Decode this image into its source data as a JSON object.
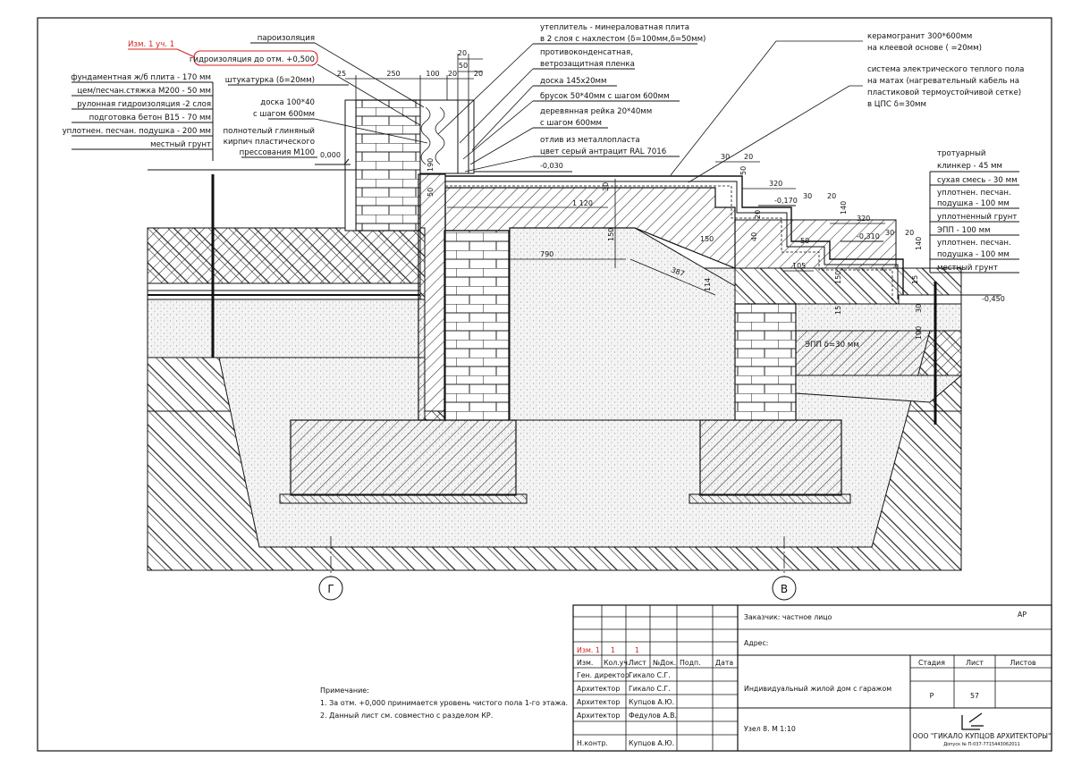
{
  "revision": {
    "mark": "Изм. 1 уч. 1"
  },
  "left_layers": [
    "фундаментная ж/б плита - 170 мм",
    "цем/песчан.стяжка М200 - 50 мм",
    "рулонная гидроизоляция -2 слоя",
    "подготовка бетон B15 - 70 мм",
    "уплотнен. песчан. подушка - 200 мм",
    "местный грунт"
  ],
  "callouts_left": {
    "vapor": "пароизоляция",
    "waterproof": "гидроизоляция до отм. +0,500",
    "plaster": "штукатурка (δ=20мм)",
    "board1": "доска 100*40",
    "board2": "с шагом 600мм",
    "brick1": "полнотелый глиняный",
    "brick2": "кирпич пластического",
    "brick3": "прессования М100"
  },
  "callouts_top": {
    "insul1": "утеплитель - минераловатная плита",
    "insul2": "в 2 слоя с нахлестом (δ=100мм,δ=50мм)",
    "membrane1": "противоконденсатная,",
    "membrane2": "ветрозащитная пленка",
    "board": "доска 145x20мм",
    "bar": "брусок 50*40мм с шагом 600мм",
    "rail1": "деревянная рейка 20*40мм",
    "rail2": "с шагом 600мм",
    "drip1": "отлив из металлопласта",
    "drip2": "цвет серый антрацит RAL 7016"
  },
  "callouts_right": {
    "tile1": "керамогранит 300*600мм",
    "tile2": "на клеевой основе ( =20мм)",
    "heat1": "система электрического теплого пола",
    "heat2": "на матах (нагревательный кабель на",
    "heat3": "пластиковой термоустойчивой сетке)",
    "heat4": "в ЦПС δ=30мм"
  },
  "right_layers": [
    "тротуарный",
    "клинкер - 45 мм",
    "сухая смесь - 30 мм",
    "уплотнен. песчан.",
    "подушка - 100 мм",
    "уплотненный грунт",
    "ЭПП - 100 мм",
    "уплотнен. песчан.",
    "подушка - 100 мм",
    "местный грунт"
  ],
  "levels": {
    "zero": "0,000",
    "m030": "-0,030",
    "m170": "-0,170",
    "m310": "-0,310",
    "m450": "-0,450"
  },
  "dims": {
    "d250": "250",
    "d100": "100",
    "d20a": "20",
    "d50a": "50",
    "d20b": "20",
    "d20c": "20",
    "d25": "25",
    "d1120": "1 120",
    "d790": "790",
    "d387": "387",
    "d114": "114",
    "d150a": "150",
    "d150b": "150",
    "d30": "30",
    "d50b": "50",
    "d190": "190",
    "d30b": "30",
    "d20d": "20",
    "d50c": "50",
    "d320a": "320",
    "d30c": "30",
    "d20e": "20",
    "d140a": "140",
    "d20f": "20",
    "d320b": "320",
    "d30d": "30",
    "d20g": "20",
    "d140b": "140",
    "d50d": "50",
    "d40": "40",
    "d105": "105",
    "d150c": "150",
    "d15a": "15",
    "d15b": "15",
    "d30e": "30"
  },
  "epp_label": "ЭПП δ=30 мм",
  "axes": {
    "g": "Г",
    "v": "В"
  },
  "notes": {
    "title": "Примечание:",
    "n1": "1.   За отм. +0,000 принимается уровень чистого пола 1-го этажа.",
    "n2": "2.   Данный лист см. совместно с разделом КР."
  },
  "title_block": {
    "rev_row": [
      "Изм. 1",
      "1",
      "1"
    ],
    "header": [
      "Изм.",
      "Кол.уч.",
      "Лист",
      "№Док.",
      "Подп.",
      "Дата"
    ],
    "staff": [
      {
        "role": "Ген. директор",
        "name": "Гикало С.Г."
      },
      {
        "role": "Архитектор",
        "name": "Гикало С.Г."
      },
      {
        "role": "Архитектор",
        "name": "Купцов А.Ю."
      },
      {
        "role": "Архитектор",
        "name": "Федулов А.В."
      },
      {
        "role": "",
        "name": ""
      },
      {
        "role": "Н.контр.",
        "name": "Купцов А.Ю."
      }
    ],
    "customer": "Заказчик: частное лицо",
    "code": "АР",
    "address": "Адрес:",
    "project": "Индивидуальный жилой дом с гаражом",
    "stage_h": "Стадия",
    "sheet_h": "Лист",
    "sheets_h": "Листов",
    "stage": "Р",
    "sheet": "57",
    "sheets": "",
    "drawing": "Узел 8.  М 1:10",
    "company": "ООО \"ГИКАЛО КУПЦОВ АРХИТЕКТОРЫ\"",
    "license": "Допуск № П-037-7715443062011"
  },
  "colors": {
    "line": "#111111",
    "accent": "#d42020"
  }
}
